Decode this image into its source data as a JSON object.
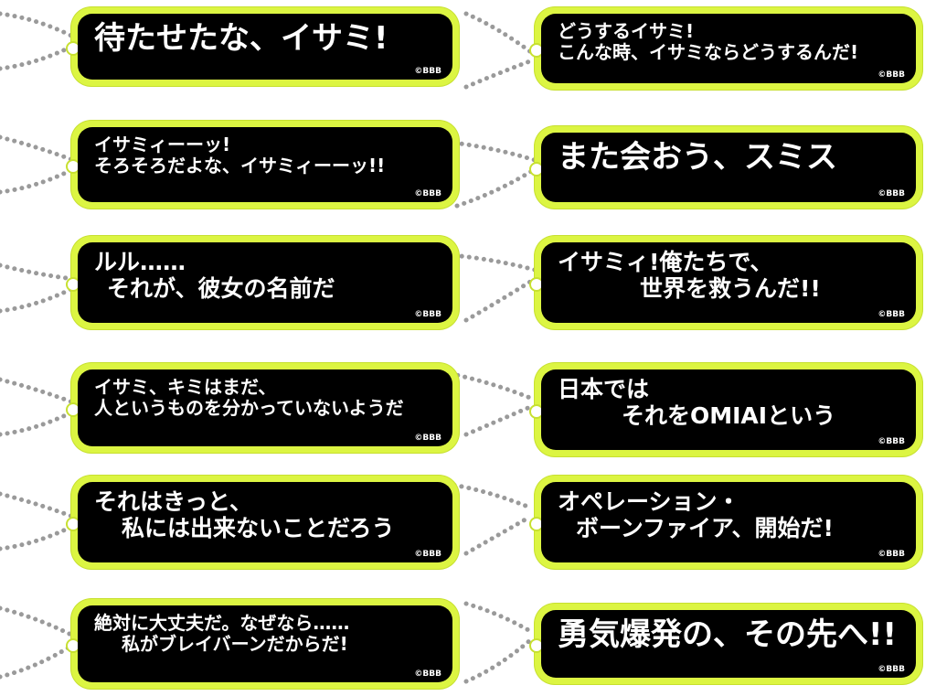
{
  "copyright": "©BBB",
  "colors": {
    "acrylic": "#dcf542",
    "plate": "#000000",
    "text": "#ffffff",
    "chain": "#9a9a9a"
  },
  "keychains": [
    {
      "lines": [
        "待たせたな、イサミ!"
      ]
    },
    {
      "lines": [
        "どうするイサミ!",
        "こんな時、イサミならどうするんだ!"
      ]
    },
    {
      "lines": [
        "イサミィーーッ!",
        "そろそろだよな、イサミィーーッ!!"
      ]
    },
    {
      "lines": [
        "また会おう、スミス"
      ]
    },
    {
      "lines": [
        "ルル……",
        "それが、彼女の名前だ"
      ]
    },
    {
      "lines": [
        "イサミィ!俺たちで、",
        "世界を救うんだ!!"
      ]
    },
    {
      "lines": [
        "イサミ、キミはまだ、",
        "人というものを分かっていないようだ"
      ]
    },
    {
      "lines": [
        "日本では",
        "それをOMIAIという"
      ]
    },
    {
      "lines": [
        "それはきっと、",
        "私には出来ないことだろう"
      ]
    },
    {
      "lines": [
        "オペレーション・",
        "ボーンファイア、開始だ!"
      ]
    },
    {
      "lines": [
        "絶対に大丈夫だ。なぜなら……",
        "私がブレイバーンだからだ!"
      ]
    },
    {
      "lines": [
        "勇気爆発の、その先へ!!"
      ]
    }
  ]
}
